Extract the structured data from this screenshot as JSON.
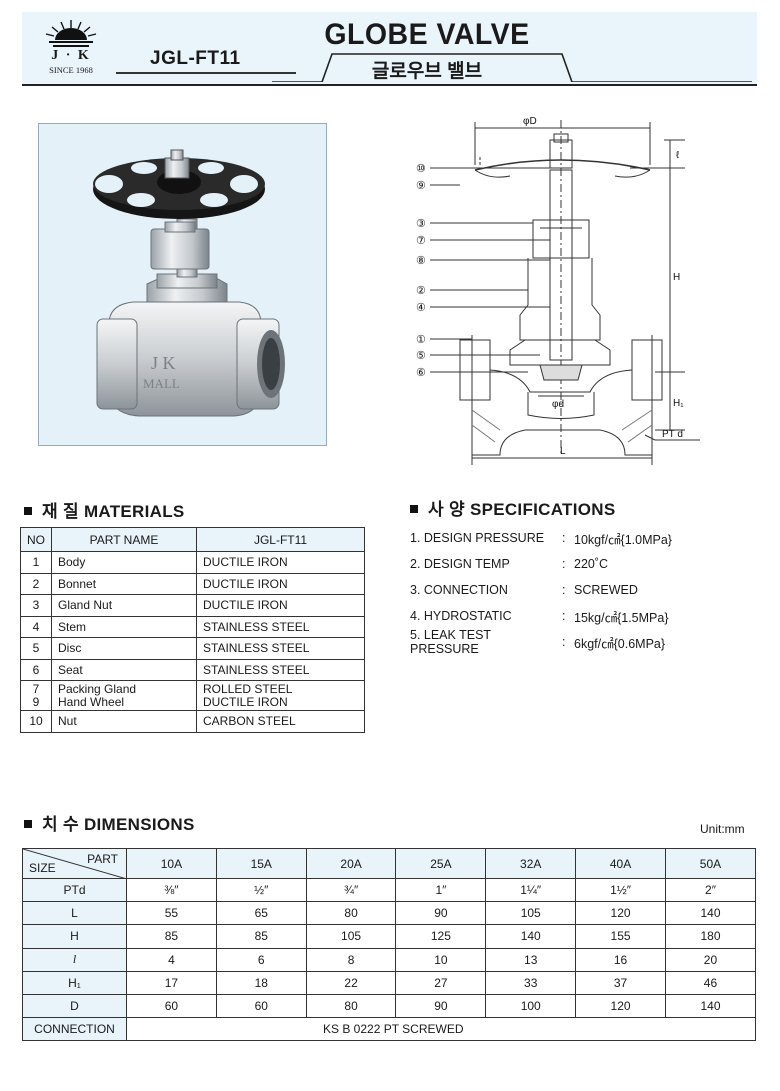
{
  "header": {
    "brand": "J · K",
    "since": "SINCE 1968",
    "model": "JGL-FT11",
    "title": "GLOBE VALVE",
    "subtitle": "글로우브 밸브"
  },
  "photo": {
    "body_mark_line1": "J K",
    "body_mark_line2": "MALL"
  },
  "diagram": {
    "labels": [
      "⑩",
      "⑨",
      "③",
      "⑦",
      "⑧",
      "②",
      "④",
      "①",
      "⑤",
      "⑥"
    ],
    "dim_D": "φD",
    "dim_l": "ℓ",
    "dim_H": "H",
    "dim_H1": "H₁",
    "dim_d": "φd",
    "dim_L": "L",
    "dim_PTd": "PT d"
  },
  "materials": {
    "heading_ko": "재 질",
    "heading_en": "MATERIALS",
    "columns": [
      "NO",
      "PART NAME",
      "JGL-FT11"
    ],
    "rows": [
      {
        "no": "1",
        "name": "Body",
        "material": "DUCTILE IRON"
      },
      {
        "no": "2",
        "name": "Bonnet",
        "material": "DUCTILE IRON"
      },
      {
        "no": "3",
        "name": "Gland Nut",
        "material": "DUCTILE IRON"
      },
      {
        "no": "4",
        "name": "Stem",
        "material": "STAINLESS STEEL"
      },
      {
        "no": "5",
        "name": "Disc",
        "material": "STAINLESS STEEL"
      },
      {
        "no": "6",
        "name": "Seat",
        "material": "STAINLESS STEEL"
      },
      {
        "no": "7",
        "no2": "9",
        "name": "Packing Gland",
        "name2": "Hand Wheel",
        "material": "ROLLED STEEL",
        "material2": "DUCTILE IRON"
      },
      {
        "no": "10",
        "name": "Nut",
        "material": "CARBON STEEL"
      }
    ]
  },
  "specifications": {
    "heading_ko": "사 양",
    "heading_en": "SPECIFICATIONS",
    "items": [
      {
        "label": "1. DESIGN PRESSURE",
        "sep": ":",
        "value": "10kgf/㎠{1.0MPa}"
      },
      {
        "label": "2. DESIGN TEMP",
        "sep": ":",
        "value": "220˚C"
      },
      {
        "label": "3. CONNECTION",
        "sep": ":",
        "value": "SCREWED"
      },
      {
        "label": "4. HYDROSTATIC",
        "sep": ":",
        "value": "15kg/㎠{1.5MPa}"
      },
      {
        "label": "5. LEAK TEST PRESSURE",
        "sep": ":",
        "value": "6kgf/㎠{0.6MPa}"
      }
    ]
  },
  "dimensions": {
    "heading_ko": "치 수",
    "heading_en": "DIMENSIONS",
    "unit": "Unit:mm",
    "corner_part": "PART",
    "corner_size": "SIZE",
    "sizes": [
      "10A",
      "15A",
      "20A",
      "25A",
      "32A",
      "40A",
      "50A"
    ],
    "rows": [
      {
        "label": "PTd",
        "values": [
          "⅜″",
          "½″",
          "¾″",
          "1″",
          "1¼″",
          "1½″",
          "2″"
        ]
      },
      {
        "label": "L",
        "values": [
          "55",
          "65",
          "80",
          "90",
          "105",
          "120",
          "140"
        ]
      },
      {
        "label": "H",
        "values": [
          "85",
          "85",
          "105",
          "125",
          "140",
          "155",
          "180"
        ]
      },
      {
        "label": "l",
        "values": [
          "4",
          "6",
          "8",
          "10",
          "13",
          "16",
          "20"
        ]
      },
      {
        "label": "H₁",
        "values": [
          "17",
          "18",
          "22",
          "27",
          "33",
          "37",
          "46"
        ]
      },
      {
        "label": "D",
        "values": [
          "60",
          "60",
          "80",
          "90",
          "100",
          "120",
          "140"
        ]
      }
    ],
    "connection_label": "CONNECTION",
    "connection_value": "KS B 0222 PT SCREWED"
  }
}
